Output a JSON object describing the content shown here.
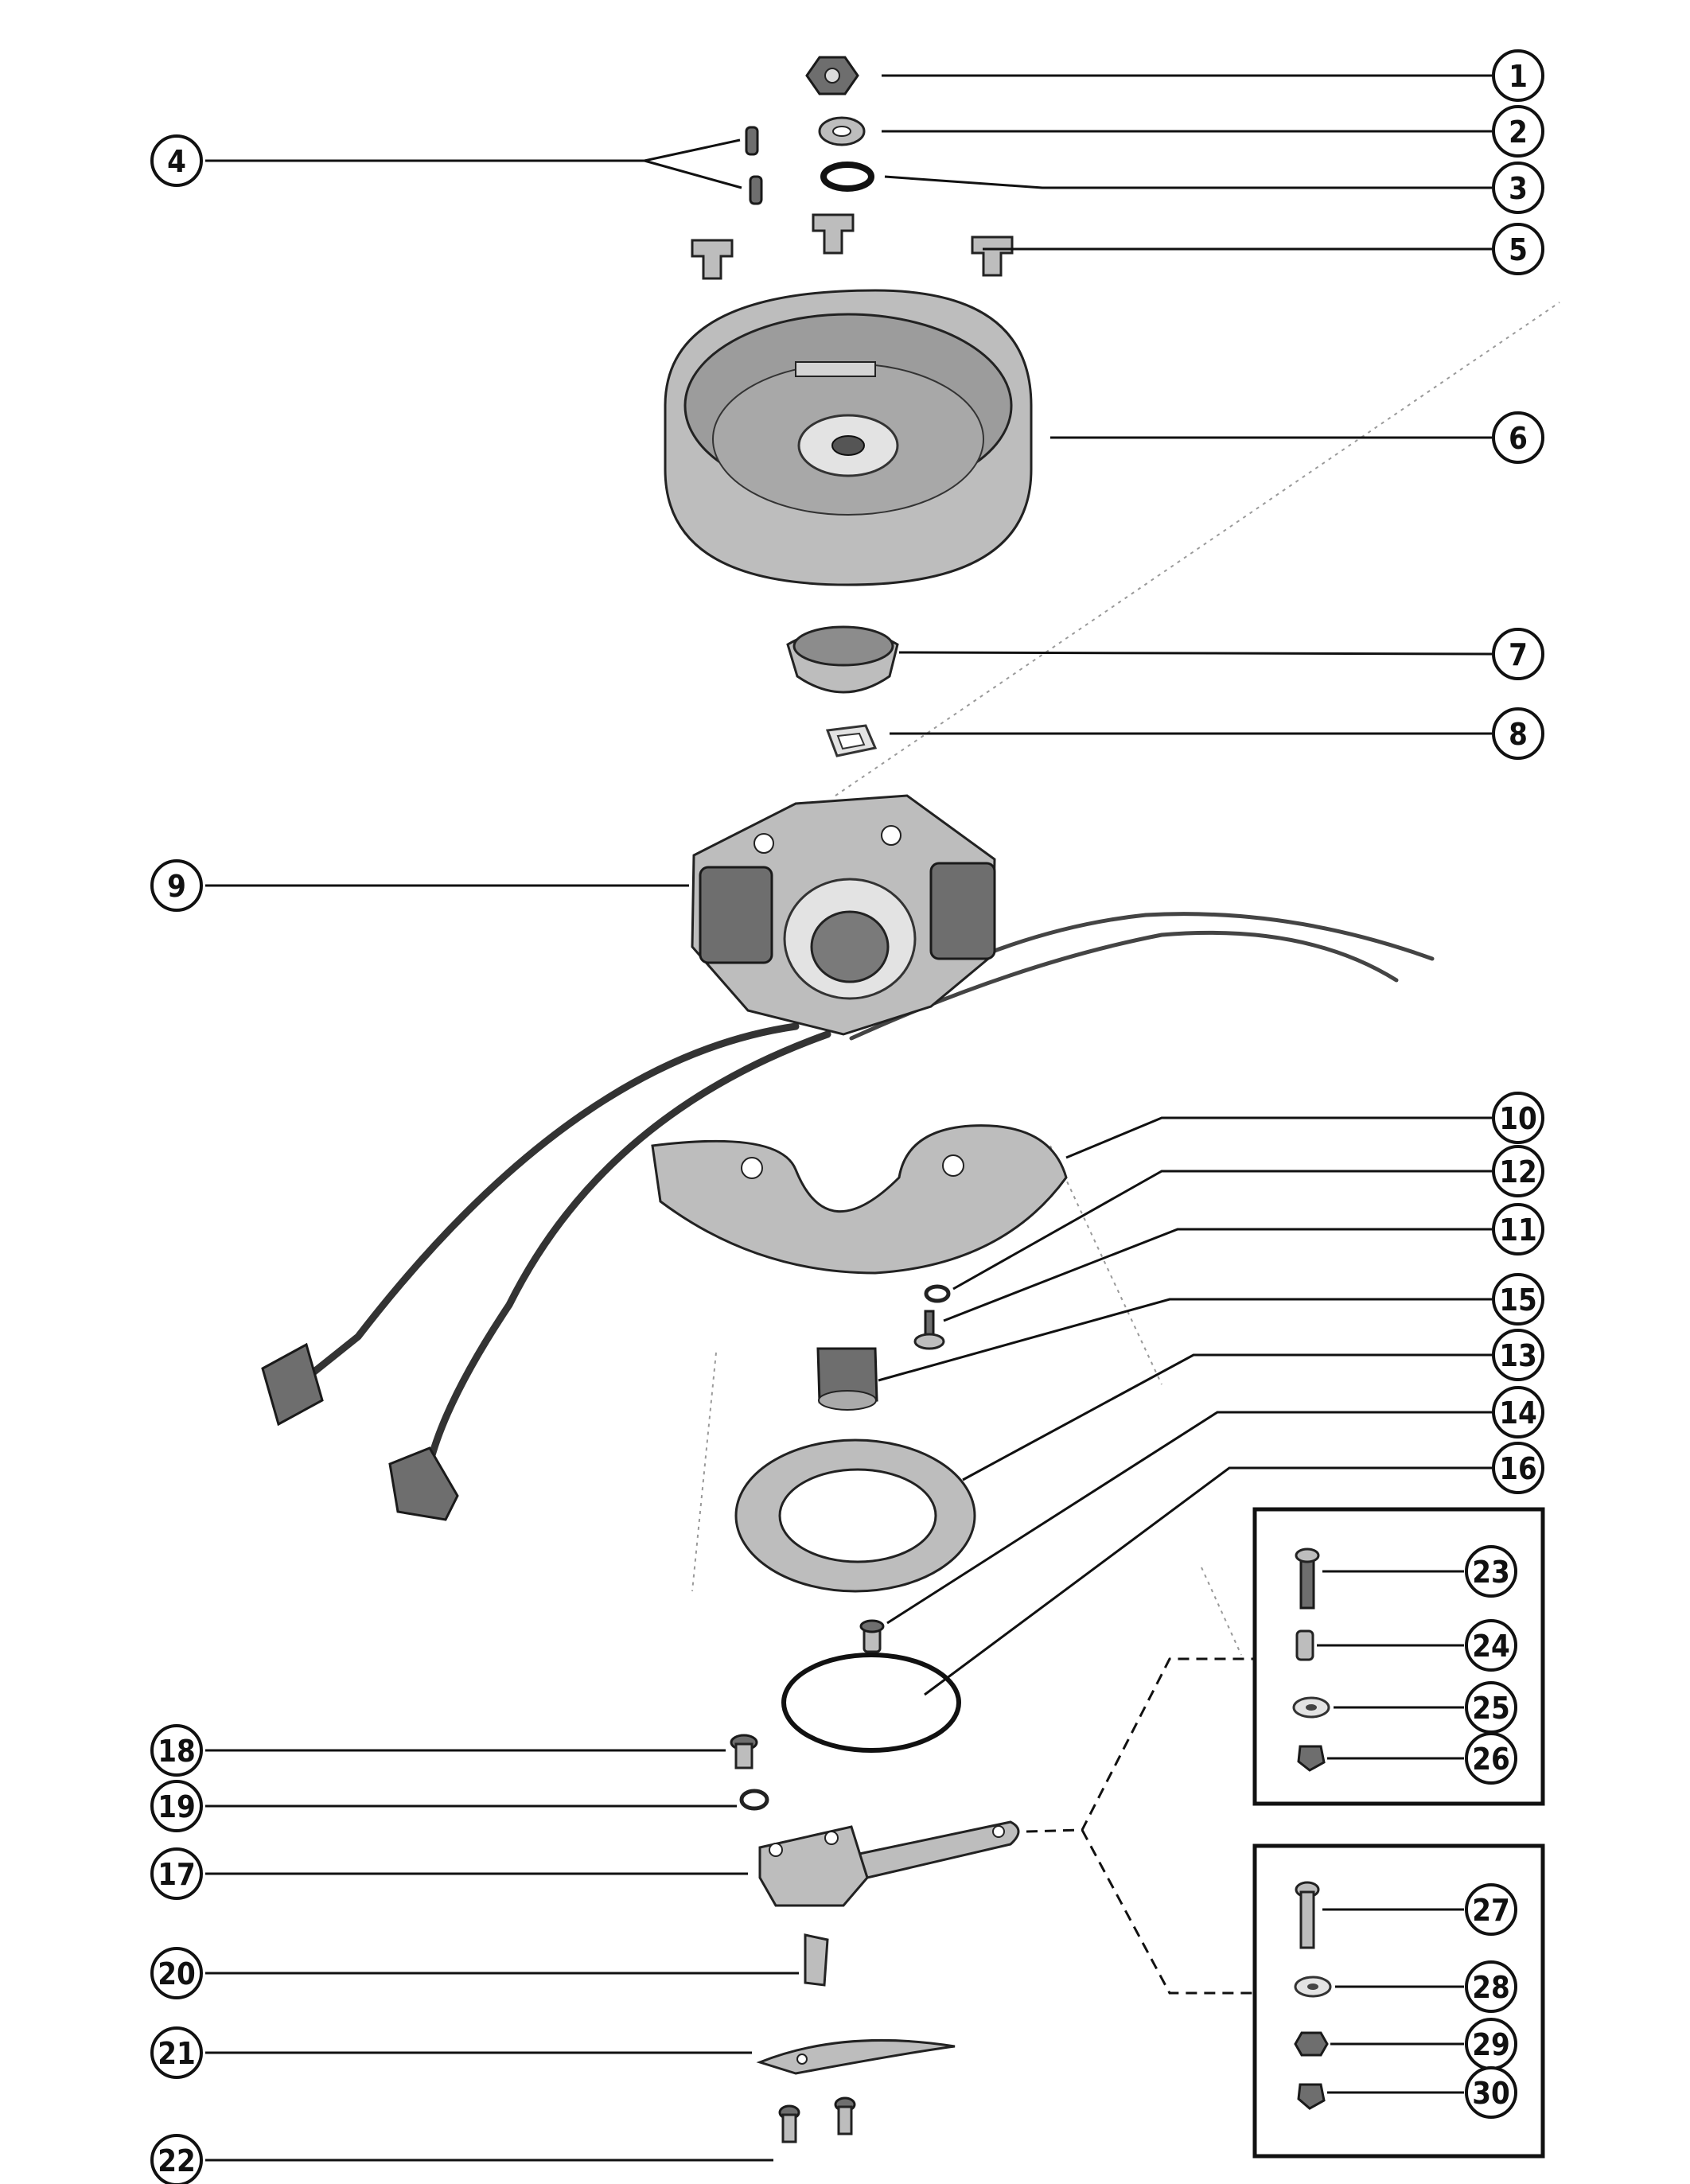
{
  "callouts": [
    "1",
    "2",
    "3",
    "4",
    "5",
    "6",
    "7",
    "8",
    "9",
    "10",
    "11",
    "12",
    "13",
    "14",
    "15",
    "16",
    "17",
    "18",
    "19",
    "20",
    "21",
    "22",
    "23",
    "24",
    "25",
    "26",
    "27",
    "28",
    "29",
    "30"
  ],
  "parts": [
    {
      "key": "nut",
      "icon": "hex-nut-icon"
    },
    {
      "key": "washer",
      "icon": "washer-icon"
    },
    {
      "key": "snap-ring",
      "icon": "snap-ring-icon"
    },
    {
      "key": "pin",
      "icon": "pin-icon"
    },
    {
      "key": "plug",
      "icon": "plug-icon"
    },
    {
      "key": "flywheel",
      "icon": "flywheel-icon"
    },
    {
      "key": "cup",
      "icon": "cup-icon"
    },
    {
      "key": "key",
      "icon": "key-icon"
    },
    {
      "key": "stator",
      "icon": "stator-icon"
    },
    {
      "key": "shield",
      "icon": "shield-plate-icon"
    },
    {
      "key": "bushing",
      "icon": "bushing-icon"
    },
    {
      "key": "retainer",
      "icon": "retainer-plate-icon"
    },
    {
      "key": "o-ring",
      "icon": "o-ring-icon"
    },
    {
      "key": "link",
      "icon": "throttle-link-icon"
    },
    {
      "key": "clip",
      "icon": "clip-icon"
    },
    {
      "key": "plate",
      "icon": "spring-plate-icon"
    },
    {
      "key": "screw",
      "icon": "screw-icon"
    }
  ],
  "colors": {
    "ink": "#111111",
    "part_fill": "#bdbdbd",
    "background": "#ffffff"
  }
}
